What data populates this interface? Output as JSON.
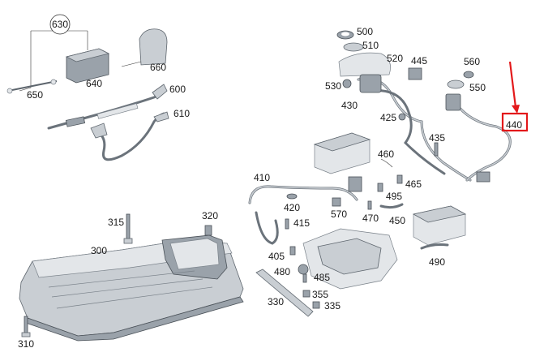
{
  "labels": {
    "l630": "630",
    "l640": "640",
    "l650": "650",
    "l660": "660",
    "l600": "600",
    "l610": "610",
    "l500": "500",
    "l510": "510",
    "l520": "520",
    "l445": "445",
    "l530": "530",
    "l430": "430",
    "l425": "425",
    "l560": "560",
    "l550": "550",
    "l440": "440",
    "l435": "435",
    "l460": "460",
    "l465": "465",
    "l495": "495",
    "l410": "410",
    "l420": "420",
    "l415": "415",
    "l570": "570",
    "l470": "470",
    "l450": "450",
    "l320": "320",
    "l315": "315",
    "l300": "300",
    "l405": "405",
    "l480": "480",
    "l485": "485",
    "l490": "490",
    "l330": "330",
    "l355": "355",
    "l335": "335",
    "l310": "310"
  },
  "highlight": {
    "color": "#e3191b"
  }
}
